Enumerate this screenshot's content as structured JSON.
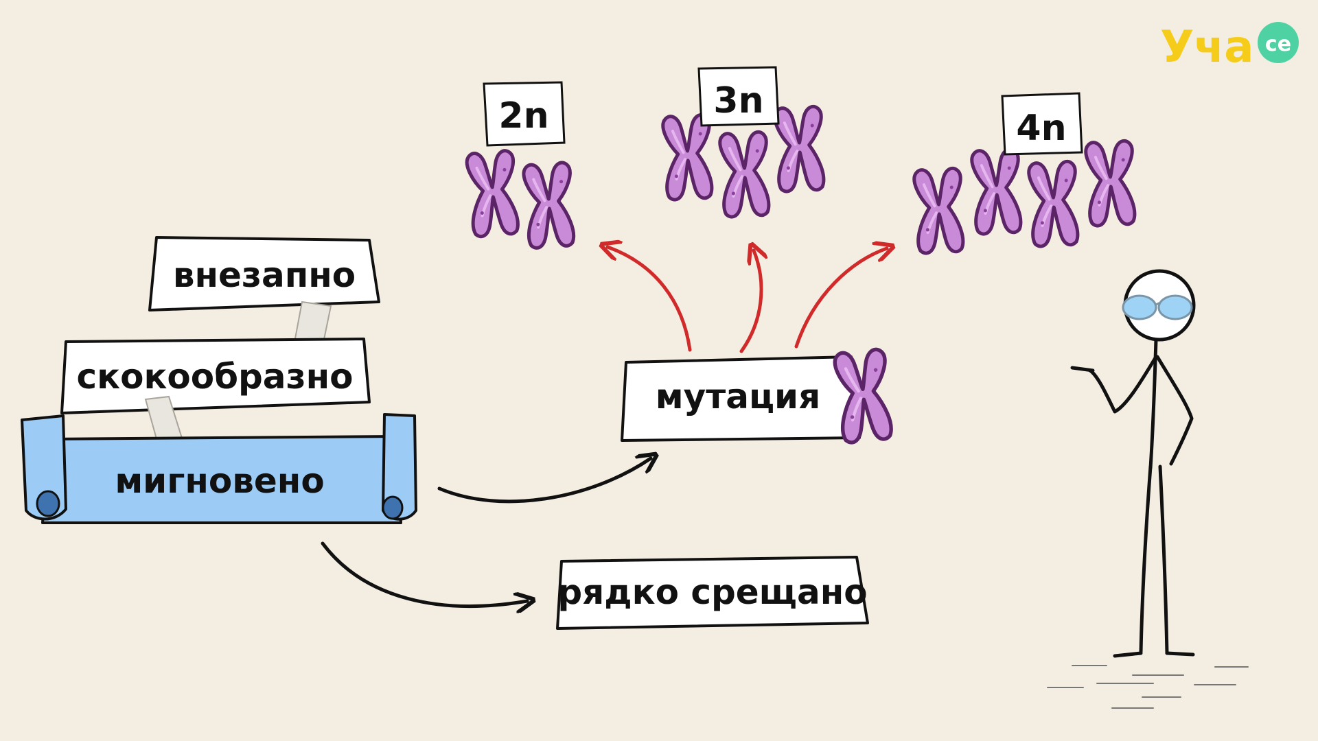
{
  "logo": {
    "text": "Уча",
    "badge": "се"
  },
  "ploidy_labels": {
    "diploid": "2n",
    "triploid": "3n",
    "tetraploid": "4n"
  },
  "central_label": "мутация",
  "attributes": {
    "first": "внезапно",
    "second": "скокообразно",
    "third_highlighted": "мигновено"
  },
  "outcome_label": "рядко срещано",
  "colors": {
    "background": "#f4ede1",
    "chromosome": "#c98ad8",
    "chromosome_outline": "#5a2466",
    "arrow_red": "#d02a2a",
    "scroll_blue": "#9ccbf5",
    "logo_yellow": "#f5cc1a",
    "logo_green": "#4fd2a3",
    "glasses_blue": "#9fd3f5"
  },
  "icons": [
    "chromosome-icon",
    "stick-figure",
    "paper-scroll",
    "curved-arrow"
  ]
}
